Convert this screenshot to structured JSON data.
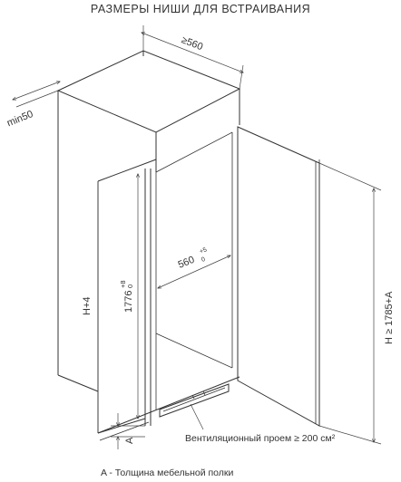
{
  "title": "РАЗМЕРЫ НИШИ ДЛЯ ВСТРАИВАНИЯ",
  "dimensions": {
    "top_width": "≥560",
    "min_depth": "min50",
    "niche_height": "H+4",
    "appliance_height_value": "1776",
    "appliance_height_tol": "+8",
    "appliance_height_tol_low": "0",
    "inner_width_value": "560",
    "inner_width_tol": "+5",
    "inner_width_tol_low": "0",
    "cabinet_height": "H ≥ 1785+A",
    "shelf_a": "A"
  },
  "annotations": {
    "ventilation": "Вентиляционный проем ≥ 200 см²",
    "shelf_legend": "A - Толщина мебельной полки"
  }
}
